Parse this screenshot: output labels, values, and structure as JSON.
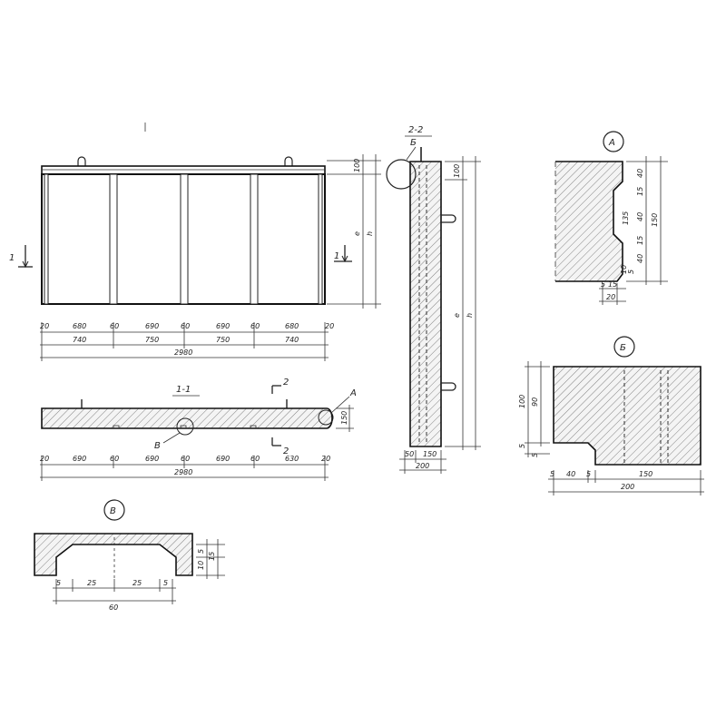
{
  "front_view": {
    "marker_left": "1",
    "marker_right": "1",
    "dims_upper": [
      "20",
      "680",
      "60",
      "690",
      "60",
      "690",
      "60",
      "680",
      "20"
    ],
    "dims_lower": [
      "740",
      "750",
      "750",
      "740"
    ],
    "total": "2980",
    "height_top": "100",
    "height_mid": "e",
    "height_total": "h"
  },
  "section_1_1": {
    "title": "1-1",
    "cut_marker_top": "2",
    "cut_marker_bottom": "2",
    "callout_A": "A",
    "callout_V": "В",
    "thickness": "150",
    "dims": [
      "20",
      "690",
      "60",
      "690",
      "60",
      "690",
      "60",
      "630",
      "20"
    ],
    "total": "2980"
  },
  "section_2_2": {
    "title": "2-2",
    "callout_B": "Б",
    "height_top": "100",
    "height_mid": "e",
    "height_total": "h",
    "dims_bottom_a": [
      "50",
      "150"
    ],
    "dims_bottom_b": "200"
  },
  "detail_A": {
    "label": "A",
    "dims_right": [
      "40",
      "15",
      "40",
      "15",
      "40"
    ],
    "dim_135": "135",
    "dim_150": "150",
    "dims_small": [
      "10",
      "5"
    ],
    "dims_bottom": [
      "5",
      "15"
    ],
    "dim_bottom_total": "20"
  },
  "detail_B": {
    "label": "Б",
    "dim_100": "100",
    "dim_90": "90",
    "dims_small": [
      "5",
      "5"
    ],
    "dims_bottom": [
      "5",
      "40",
      "5",
      "150"
    ],
    "total": "200"
  },
  "detail_V": {
    "label": "В",
    "dims_right": [
      "10",
      "5",
      "15"
    ],
    "dims_bottom": [
      "5",
      "25",
      "25",
      "5"
    ],
    "total": "60"
  }
}
